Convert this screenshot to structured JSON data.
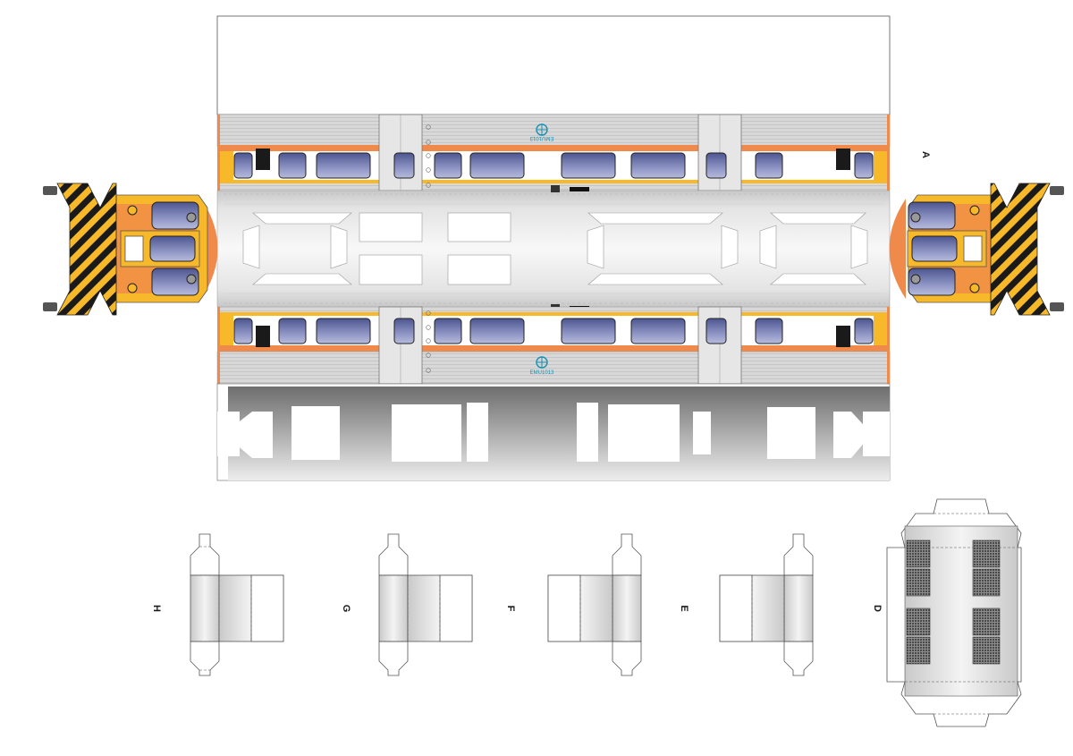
{
  "sheet": {
    "part_labels": {
      "a": "A",
      "d": "D",
      "e": "E",
      "f": "F",
      "g": "G",
      "h": "H"
    },
    "car_number_top": "EMU1013",
    "car_number_bottom": "EMU1013",
    "colors": {
      "livery_orange": "#f08a4b",
      "livery_yellow": "#f7b829",
      "window_blue": "#6a72a8",
      "silver": "#d6d6d6",
      "roof_gray": "#eeeeee",
      "bogie_gray": "#8a8a8a",
      "hazard_black": "#1a1a1a",
      "logo_teal": "#1a8fb0"
    }
  }
}
